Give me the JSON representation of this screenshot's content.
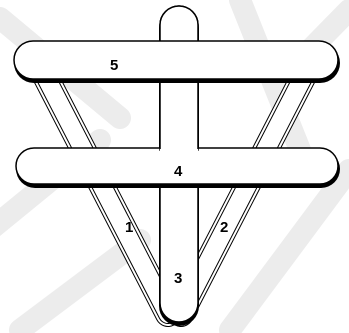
{
  "colors": {
    "background": "#ffffff",
    "swirl": "#eaeaea",
    "stick_fill": "#ffffff",
    "stick_stroke": "#000000"
  },
  "sticks": [
    {
      "label": "1",
      "order": 2
    },
    {
      "label": "2",
      "order": 2
    },
    {
      "label": "3",
      "order": 3
    },
    {
      "label": "4",
      "order": 4
    },
    {
      "label": "5",
      "order": 5
    }
  ]
}
